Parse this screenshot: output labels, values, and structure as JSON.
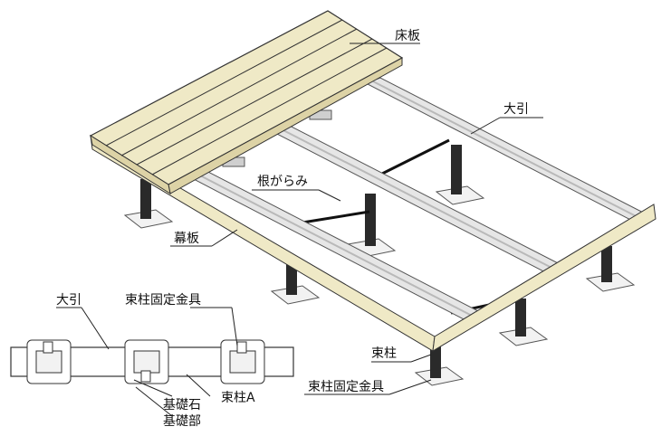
{
  "labels": {
    "floorboard": "床板",
    "joist_main": "大引",
    "sleeper": "根がらみ",
    "fascia": "幕板",
    "post": "束柱",
    "post_bracket": "束柱固定金具",
    "detail_joist": "大引",
    "detail_bracket": "束柱固定金具",
    "foundation_stone": "基礎石",
    "foundation_part": "基礎部",
    "post_a": "束柱A"
  },
  "colors": {
    "board": "#efe9c6",
    "board_side": "#ddd3a6",
    "metal": "#e6e6e6",
    "metal_dark": "#b9b9b9",
    "post": "#2a2a2a",
    "pad": "#f2f2f2",
    "line": "#333333"
  }
}
